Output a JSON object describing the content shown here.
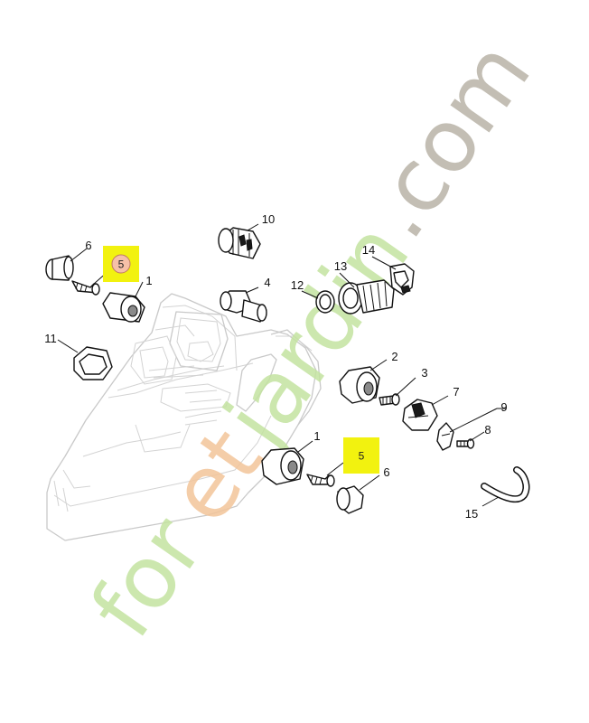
{
  "watermark": {
    "part1": "for",
    "part2": "et",
    "part3": "jardin",
    "part4": ".com",
    "colors": {
      "green": "#c4e3a0",
      "orange": "#f3c59a",
      "gray": "#b9b3a7"
    }
  },
  "highlight_color": "#f2f20f",
  "callouts": {
    "c1a": "1",
    "c1b": "1",
    "c2": "2",
    "c3": "3",
    "c4": "4",
    "c5a": "5",
    "c5b": "5",
    "c6a": "6",
    "c6b": "6",
    "c7": "7",
    "c8": "8",
    "c9": "9",
    "c10": "10",
    "c11": "11",
    "c12": "12",
    "c13": "13",
    "c14": "14",
    "c15": "15"
  }
}
